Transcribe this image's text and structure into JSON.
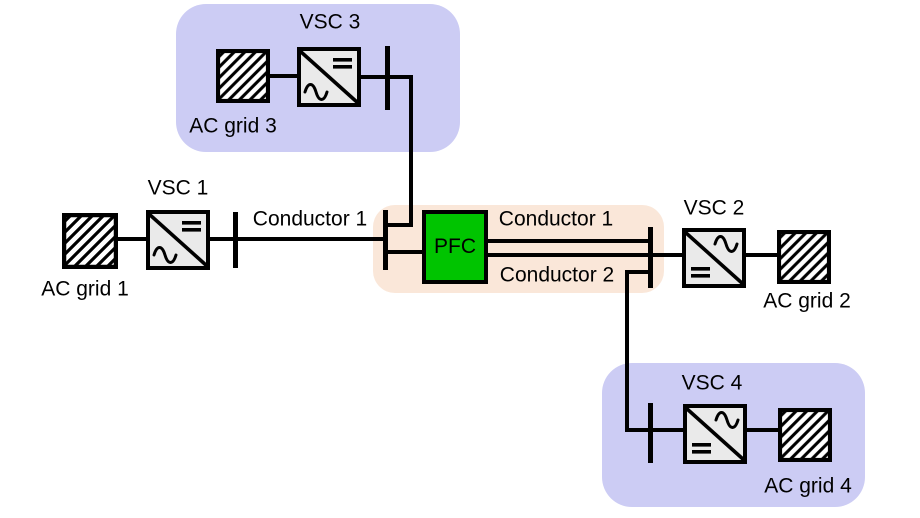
{
  "colors": {
    "vsc_group_bg": "#ccccf4",
    "pfc_group_bg": "#fae7d9",
    "pfc_fill": "#00c400",
    "converter_fill": "#eaeaea",
    "line_color": "#000000",
    "text_color": "#000000"
  },
  "vsc1": {
    "title": "VSC 1",
    "grid": "AC grid 1"
  },
  "vsc2": {
    "title": "VSC 2",
    "grid": "AC grid 2"
  },
  "vsc3": {
    "title": "VSC 3",
    "grid": "AC grid 3"
  },
  "vsc4": {
    "title": "VSC 4",
    "grid": "AC grid 4"
  },
  "pfc": {
    "label": "PFC"
  },
  "conductors": {
    "left": "Conductor 1",
    "right_top": "Conductor 1",
    "right_bottom": "Conductor 2"
  }
}
